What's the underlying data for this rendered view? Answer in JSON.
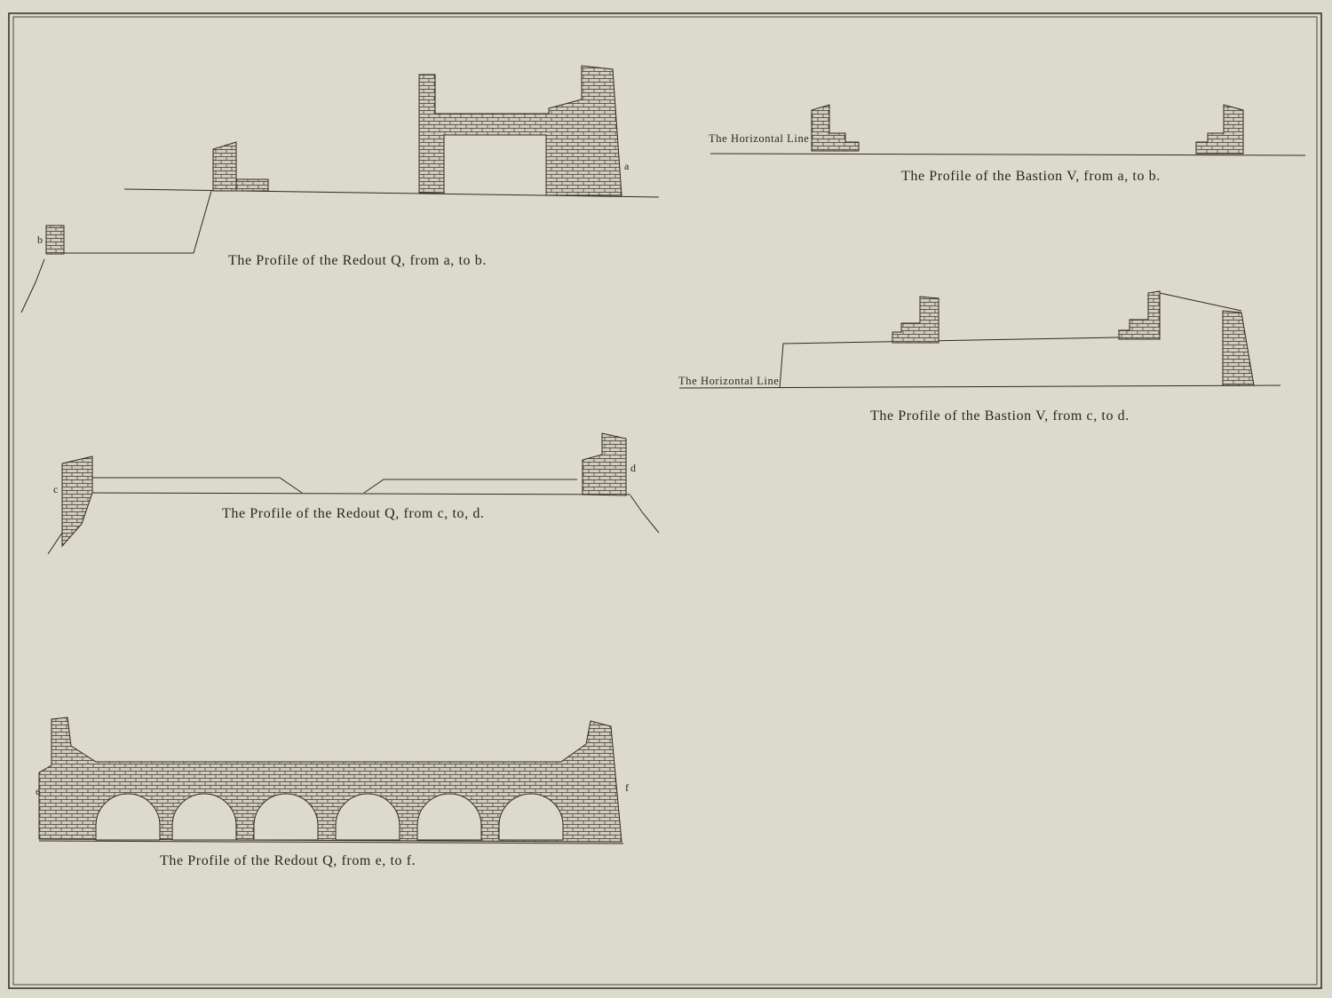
{
  "captions": {
    "redout_q_ab": "The Profile of the Redout Q, from a, to b.",
    "redout_q_cd": "The Profile of the Redout Q, from c, to, d.",
    "redout_q_ef": "The Profile of the Redout Q, from e, to f.",
    "bastion_v_ab": "The Profile of the Bastion V, from a, to b.",
    "bastion_v_cd": "The Profile of the Bastion V, from c, to d."
  },
  "labels": {
    "horizontal_line_1": "The Horizontal Line",
    "horizontal_line_2": "The Horizontal Line"
  },
  "letters": {
    "a": "a",
    "b": "b",
    "c": "c",
    "d": "d",
    "e": "e",
    "f": "f"
  },
  "colors": {
    "paper": "#dcd9cd",
    "ink": "#2f2a22",
    "masonry_fill": "#cfcabb"
  }
}
